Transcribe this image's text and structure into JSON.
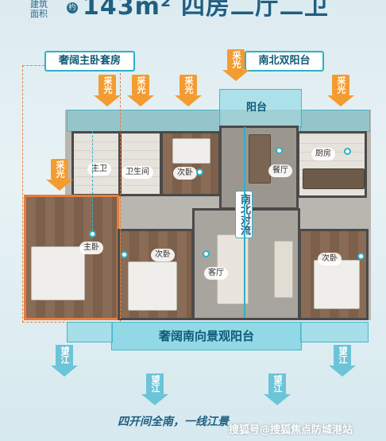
{
  "header": {
    "label_line1": "建筑",
    "label_line2": "面积",
    "approx": "约",
    "area": "143m²",
    "layout": "四房二厅二卫"
  },
  "callouts": {
    "master_suite": "奢阔主卧套房",
    "north_south_balcony": "南北双阳台",
    "south_balcony": "奢阔南向景观阳台",
    "ns_flow": "南北对流"
  },
  "sunlight_label": "采光",
  "view_label": "望江",
  "rooms": {
    "balcony_north": "阳台",
    "kitchen": "厨房",
    "master_bath": "主卫",
    "bathroom": "卫生间",
    "bedroom2": "次卧",
    "dining": "餐厅",
    "master_bedroom": "主卧",
    "bedroom3": "次卧",
    "living": "客厅",
    "bedroom4": "次卧"
  },
  "footer": {
    "slogan": "四开间全南，一线江景",
    "watermark": "搜狐号@搜狐焦点防城港站"
  },
  "colors": {
    "accent": "#2fb0c6",
    "sun": "#f39c32",
    "view": "#6cc4d8",
    "title": "#1f5f82"
  }
}
